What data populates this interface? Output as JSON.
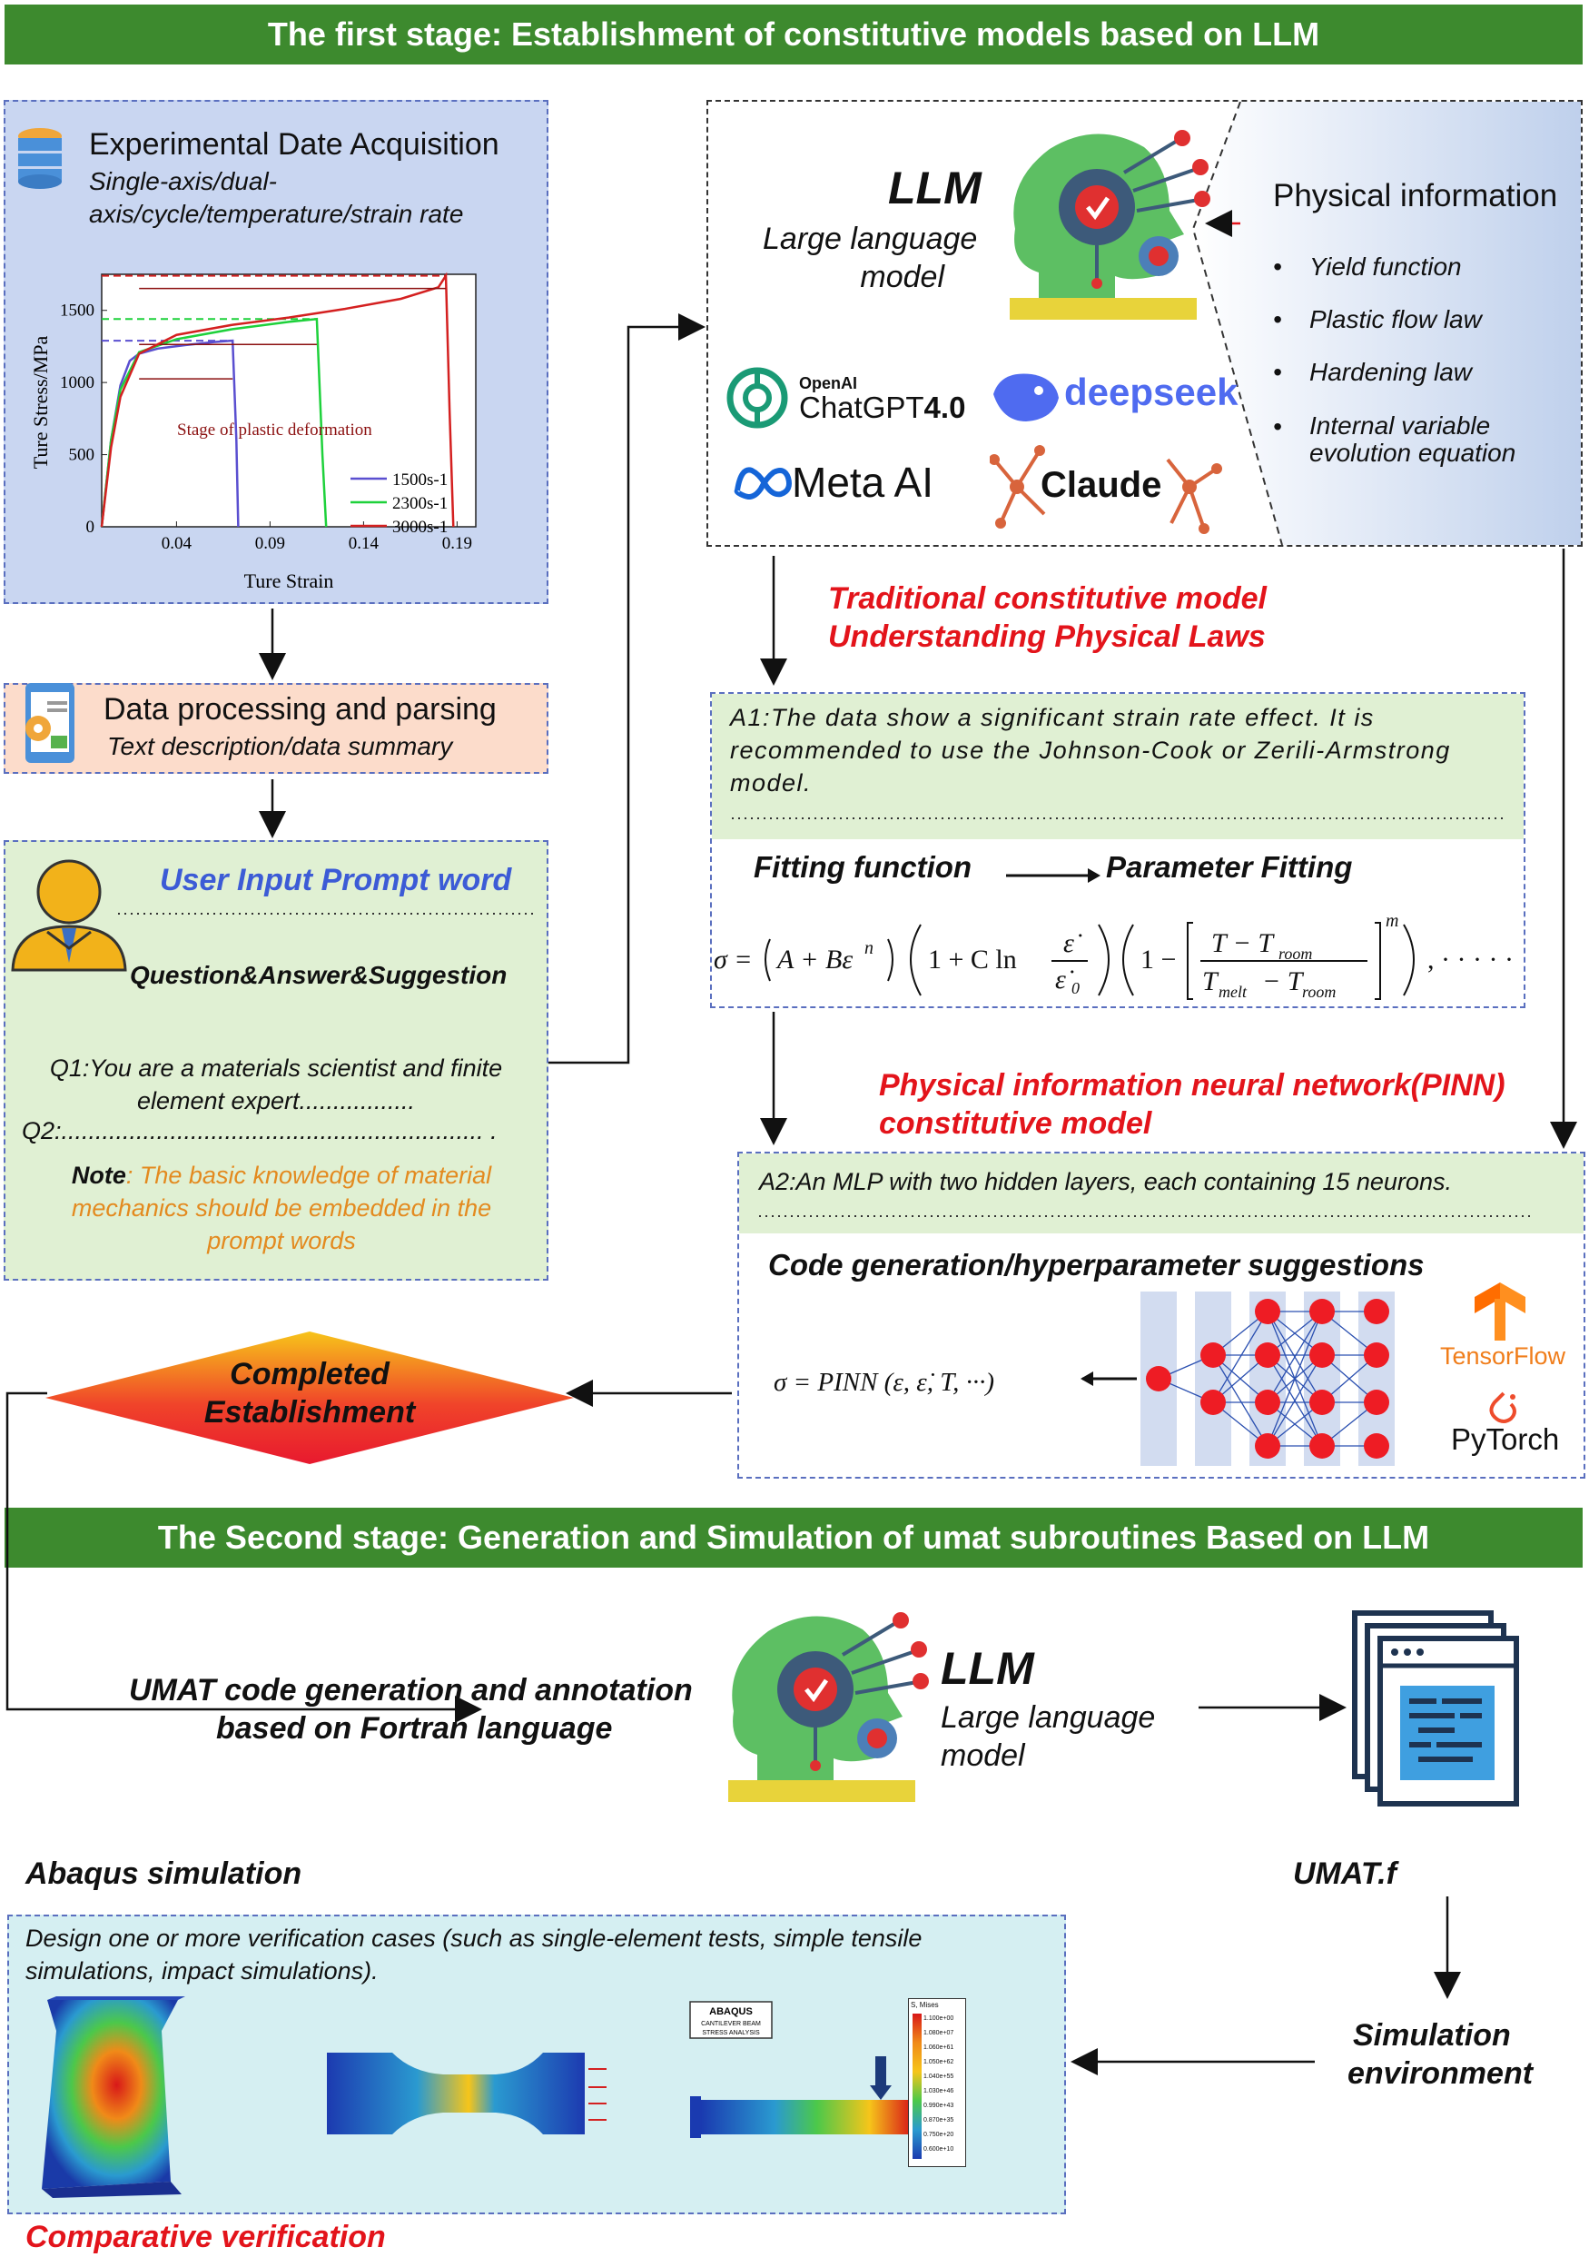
{
  "stage1": {
    "title": "The first stage:  Establishment of constitutive models based on LLM"
  },
  "stage2": {
    "title": "The Second stage: Generation and Simulation of umat subroutines Based on LLM"
  },
  "experimental": {
    "title": "Experimental Date Acquisition",
    "subtitle_line1": "Single-axis/dual-",
    "subtitle_line2": "axis/cycle/temperature/strain rate"
  },
  "chart_data": {
    "type": "line",
    "xlabel": "Ture Strain",
    "ylabel": "Ture Stress/MPa",
    "xlim": [
      0,
      0.2
    ],
    "ylim": [
      0,
      1750
    ],
    "x_ticks": [
      "0.04",
      "0.09",
      "0.14",
      "0.19"
    ],
    "y_ticks": [
      "0",
      "500",
      "1000",
      "1500"
    ],
    "annotation": "Stage of plastic deformation",
    "legend": [
      "1500s-1",
      "2300s-1",
      "3000s-1"
    ],
    "legend_position": "bottom-right",
    "series": [
      {
        "name": "1500s-1",
        "color": "#5a4fd0",
        "x": [
          0,
          0.005,
          0.01,
          0.015,
          0.02,
          0.03,
          0.045,
          0.06,
          0.07,
          0.072,
          0.073
        ],
        "y": [
          0,
          600,
          980,
          1150,
          1200,
          1235,
          1260,
          1280,
          1290,
          600,
          0
        ]
      },
      {
        "name": "2300s-1",
        "color": "#1ed13b",
        "x": [
          0,
          0.005,
          0.01,
          0.02,
          0.04,
          0.07,
          0.1,
          0.115,
          0.118,
          0.12
        ],
        "y": [
          0,
          600,
          950,
          1210,
          1300,
          1370,
          1420,
          1440,
          500,
          0
        ]
      },
      {
        "name": "3000s-1",
        "color": "#d42020",
        "x": [
          0,
          0.005,
          0.01,
          0.02,
          0.04,
          0.07,
          0.1,
          0.13,
          0.16,
          0.18,
          0.184,
          0.186,
          0.188
        ],
        "y": [
          0,
          550,
          900,
          1200,
          1330,
          1400,
          1450,
          1510,
          1580,
          1660,
          1740,
          800,
          0
        ]
      }
    ]
  },
  "processing": {
    "title": "Data processing and parsing",
    "subtitle": "Text description/data summary"
  },
  "prompt": {
    "title": "User Input Prompt word",
    "qa": "Question&Answer&Suggestion",
    "q1": "Q1:You are a materials scientist and finite element expert.................",
    "q2": "Q2:.............................................................. .",
    "note_label": "Note",
    "note_text": ": The basic knowledge of material mechanics should be embedded in the prompt words"
  },
  "llm_top": {
    "title": "LLM",
    "subtitle_line1": "Large language",
    "subtitle_line2": "model"
  },
  "brands": {
    "openai_small": "OpenAI",
    "chatgpt": "ChatGPT",
    "chatgpt_version": "4.0",
    "deepseek": "deepseek",
    "meta": "Meta AI",
    "claude": "Claude"
  },
  "physical": {
    "title": "Physical information",
    "items": [
      "Yield function",
      "Plastic flow law",
      "Hardening law",
      "Internal variable evolution equation"
    ]
  },
  "traditional": {
    "line1": "Traditional constitutive model",
    "line2": "Understanding Physical Laws"
  },
  "a1": {
    "text": "A1:The data show a significant strain rate effect. It is recommended to use the Johnson-Cook or Zerili-Armstrong model.",
    "fitting_function": "Fitting function",
    "parameter_fitting": "Parameter Fitting",
    "formula_sigma": "σ =",
    "formula_tail": ", · · · · · ·"
  },
  "pinn": {
    "title_line1": "Physical information neural network(PINN)",
    "title_line2": "constitutive model",
    "a2": "A2:An MLP with two hidden layers, each containing 15 neurons.",
    "code_gen": "Code generation/hyperparameter suggestions",
    "formula": "σ = PINN (ε,  ε̇,  T,  ···)",
    "tensorflow": "TensorFlow",
    "pytorch": "PyTorch"
  },
  "completed": {
    "line1": "Completed",
    "line2": "Establishment"
  },
  "umat_gen": {
    "line1": "UMAT code generation and annotation",
    "line2": "based on Fortran language"
  },
  "llm_bottom": {
    "title": "LLM",
    "subtitle_line1": "Large language",
    "subtitle_line2": "model"
  },
  "umat_file": "UMAT.f",
  "abaqus": {
    "title": "Abaqus simulation",
    "text": "Design one or more verification cases (such as single-element tests, simple tensile simulations, impact simulations).",
    "panel_title": "ABAQUS",
    "panel_sub1": "CANTILEVER BEAM",
    "panel_sub2": "STRESS ANALYSIS",
    "legend_title": "S, Mises",
    "legend_values": [
      "1.100e+00",
      "1.080e+07",
      "1.060e+61",
      "1.050e+62",
      "1.040e+55",
      "1.030e+46",
      "0.990e+43",
      "0.870e+35",
      "0.750e+20",
      "0.600e+10"
    ]
  },
  "simulation_env": {
    "line1": "Simulation",
    "line2": "environment"
  },
  "comparative": "Comparative verification",
  "colors": {
    "banner_green": "#3d8a2e",
    "red_text": "#e3141b",
    "blue_text": "#3c5bd6",
    "orange_text": "#e38a1f",
    "dashed_blue": "#5a6fbf"
  }
}
